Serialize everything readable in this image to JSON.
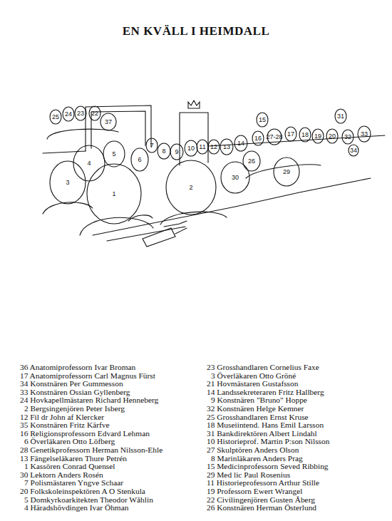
{
  "diagram": {
    "title": "EN KVÄLL I HEIMDALL",
    "labels": [
      "25",
      "24",
      "23",
      "22",
      "37",
      "5",
      "7",
      "8",
      "9",
      "10",
      "11",
      "12",
      "13",
      "14",
      "15",
      "16",
      "27-28",
      "17",
      "18",
      "19",
      "20",
      "31",
      "32",
      "33",
      "34",
      "26",
      "29",
      "30",
      "2",
      "1",
      "3",
      "4",
      "6",
      "36 Anatomiprofessorn Ivar Broman",
      "17 Anatomiprofessorn Carl Magnus Fürst",
      "34 Konstnären Per Gummesson",
      "33 Konstnären Ossian Gyllenberg",
      "24 Hovkapellmästaren Richard Henneberg",
      "2 Bergsingenjören Peter Isberg",
      "12 Fil dr John af Klercker",
      "35 Konstnären Fritz Kärfve",
      "16 Religionsprofessorn Edvard Lehman",
      "6 Överläkaren Otto Löfberg",
      "28 Genetikprofessorn Herman Nilsson-Ehle",
      "13 Fängelseläkaren Thure Petrén",
      "1 Kassören Conrad Quensel",
      "30 Lektorn Anders Rosén",
      "7 Polismästaren Yngve Schaar",
      "20 Folkskoleinspektören A O Stenkula",
      "5 Domkyrkoarkitekten Theodor Wåhlin",
      "4 Häradshövdingen Ivar Öhman",
      "23 Grosshandlaren Cornelius Faxe",
      "3 Överläkaren Otto Gröné",
      "21 Hovmästaren Gustafsson",
      "14 Landssekreteraren Fritz Hallberg",
      "9 Konstnären \"Bruno\" Hoppe",
      "32 Konstnären Helge Kemner",
      "25 Grosshandlaren Ernst Kruse",
      "18 Museiintend. Hans Emil Larsson",
      "31 Bankdirektören Albert Lindahl",
      "10 Historieprof. Martin P:son Nilsson",
      "27 Skulptören Anders Olson",
      "8 Marinläkaren Anders Prag",
      "15 Medicinprofessorn Seved Ribbing",
      "29 Med lic Paul Rosenius",
      "11 Historieprofessorn Arthur Stille",
      "19 Professorn Ewert Wrangel",
      "22 Civilingenjören Gusten Åberg",
      "26 Konstnären Herman Österlund"
    ]
  }
}
